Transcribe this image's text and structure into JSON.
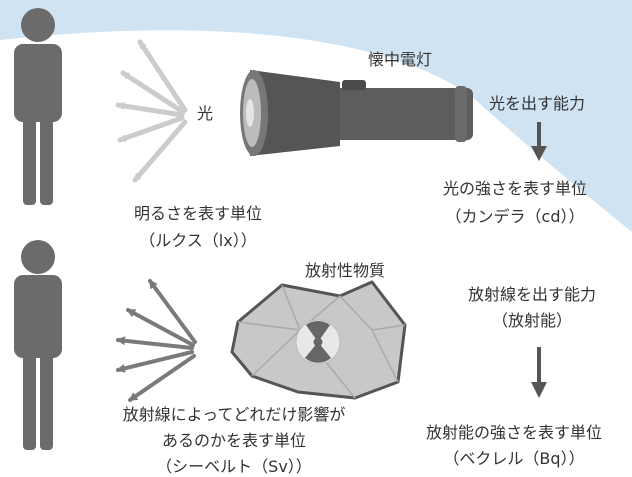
{
  "colors": {
    "sky": "#cfe3f3",
    "figure": "#6b6b6b",
    "light_rays": "#cccccc",
    "radiation_rays": "#7a7a7a",
    "flashlight": "#5d5d5d",
    "text": "#333333"
  },
  "top": {
    "light_label": "光",
    "flashlight_label": "懐中電灯",
    "emit_label": "光を出す能力",
    "intensity_unit_line1": "光の強さを表す単位",
    "intensity_unit_line2": "（カンデラ（cd））",
    "brightness_unit_line1": "明るさを表す単位",
    "brightness_unit_line2": "（ルクス（lx））"
  },
  "bottom": {
    "material_label": "放射性物質",
    "emit_label_line1": "放射線を出す能力",
    "emit_label_line2": "（放射能）",
    "activity_unit": "放射能の強さを表す単位",
    "activity_unit_line2": "（ベクレル（Bq））",
    "effect_line1": "放射線によってどれだけ影響が",
    "effect_line2": "あるのかを表す単位",
    "effect_line3": "（シーベルト（Sv））"
  },
  "icons": [
    "person-icon",
    "flashlight-icon",
    "radioactive-rock-icon",
    "radiation-symbol-icon",
    "down-arrow-icon"
  ]
}
